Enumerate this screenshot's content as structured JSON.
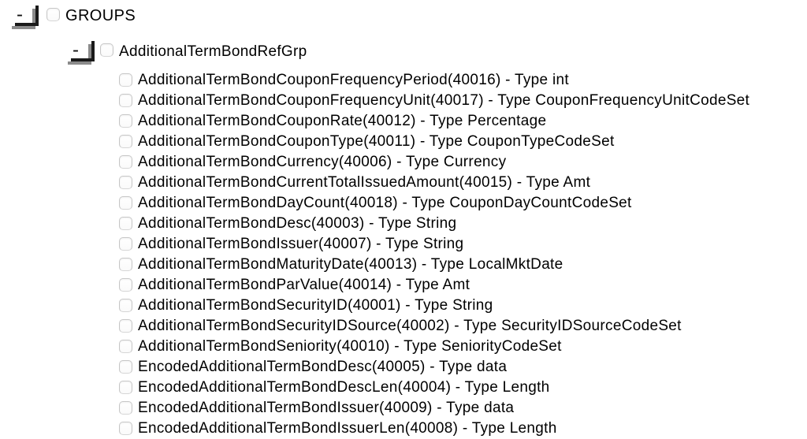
{
  "colors": {
    "background": "#ffffff",
    "text": "#000000",
    "toggle_line": "#1a1a1a",
    "toggle_shadow": "#8b8b8b",
    "checkbox_border": "#c6c6c6"
  },
  "tree": {
    "groups": {
      "toggle_label": "-",
      "toggle_state": "expanded",
      "label": "GROUPS"
    },
    "refgrp": {
      "toggle_label": "-",
      "toggle_state": "expanded",
      "label": "AdditionalTermBondRefGrp"
    },
    "fields": [
      {
        "name": "AdditionalTermBondCouponFrequencyPeriod",
        "tag": 40016,
        "type": "int",
        "label": "AdditionalTermBondCouponFrequencyPeriod(40016) - Type int"
      },
      {
        "name": "AdditionalTermBondCouponFrequencyUnit",
        "tag": 40017,
        "type": "CouponFrequencyUnitCodeSet",
        "label": "AdditionalTermBondCouponFrequencyUnit(40017) - Type CouponFrequencyUnitCodeSet"
      },
      {
        "name": "AdditionalTermBondCouponRate",
        "tag": 40012,
        "type": "Percentage",
        "label": "AdditionalTermBondCouponRate(40012) - Type Percentage"
      },
      {
        "name": "AdditionalTermBondCouponType",
        "tag": 40011,
        "type": "CouponTypeCodeSet",
        "label": "AdditionalTermBondCouponType(40011) - Type CouponTypeCodeSet"
      },
      {
        "name": "AdditionalTermBondCurrency",
        "tag": 40006,
        "type": "Currency",
        "label": "AdditionalTermBondCurrency(40006) - Type Currency"
      },
      {
        "name": "AdditionalTermBondCurrentTotalIssuedAmount",
        "tag": 40015,
        "type": "Amt",
        "label": "AdditionalTermBondCurrentTotalIssuedAmount(40015) - Type Amt"
      },
      {
        "name": "AdditionalTermBondDayCount",
        "tag": 40018,
        "type": "CouponDayCountCodeSet",
        "label": "AdditionalTermBondDayCount(40018) - Type CouponDayCountCodeSet"
      },
      {
        "name": "AdditionalTermBondDesc",
        "tag": 40003,
        "type": "String",
        "label": "AdditionalTermBondDesc(40003) - Type String"
      },
      {
        "name": "AdditionalTermBondIssuer",
        "tag": 40007,
        "type": "String",
        "label": "AdditionalTermBondIssuer(40007) - Type String"
      },
      {
        "name": "AdditionalTermBondMaturityDate",
        "tag": 40013,
        "type": "LocalMktDate",
        "label": "AdditionalTermBondMaturityDate(40013) - Type LocalMktDate"
      },
      {
        "name": "AdditionalTermBondParValue",
        "tag": 40014,
        "type": "Amt",
        "label": "AdditionalTermBondParValue(40014) - Type Amt"
      },
      {
        "name": "AdditionalTermBondSecurityID",
        "tag": 40001,
        "type": "String",
        "label": "AdditionalTermBondSecurityID(40001) - Type String"
      },
      {
        "name": "AdditionalTermBondSecurityIDSource",
        "tag": 40002,
        "type": "SecurityIDSourceCodeSet",
        "label": "AdditionalTermBondSecurityIDSource(40002) - Type SecurityIDSourceCodeSet"
      },
      {
        "name": "AdditionalTermBondSeniority",
        "tag": 40010,
        "type": "SeniorityCodeSet",
        "label": "AdditionalTermBondSeniority(40010) - Type SeniorityCodeSet"
      },
      {
        "name": "EncodedAdditionalTermBondDesc",
        "tag": 40005,
        "type": "data",
        "label": "EncodedAdditionalTermBondDesc(40005) - Type data"
      },
      {
        "name": "EncodedAdditionalTermBondDescLen",
        "tag": 40004,
        "type": "Length",
        "label": "EncodedAdditionalTermBondDescLen(40004) - Type Length"
      },
      {
        "name": "EncodedAdditionalTermBondIssuer",
        "tag": 40009,
        "type": "data",
        "label": "EncodedAdditionalTermBondIssuer(40009) - Type data"
      },
      {
        "name": "EncodedAdditionalTermBondIssuerLen",
        "tag": 40008,
        "type": "Length",
        "label": "EncodedAdditionalTermBondIssuerLen(40008) - Type Length"
      }
    ]
  }
}
